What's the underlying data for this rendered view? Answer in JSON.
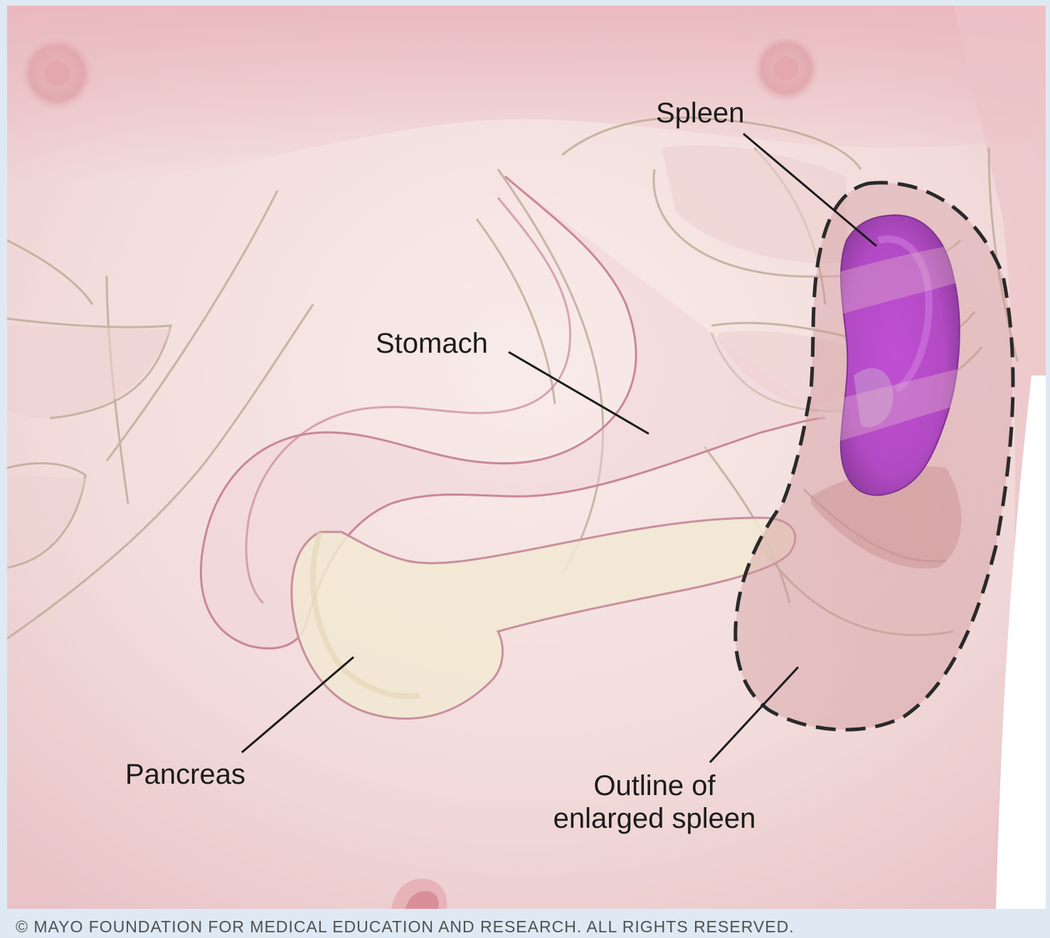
{
  "labels": {
    "spleen": "Spleen",
    "stomach": "Stomach",
    "pancreas": "Pancreas",
    "outline_line1": "Outline of",
    "outline_line2": "enlarged spleen"
  },
  "copyright": "© MAYO FOUNDATION FOR MEDICAL EDUCATION AND RESEARCH. ALL RIGHTS RESERVED.",
  "colors": {
    "page_border": "#dfe9f4",
    "skin": "#f2dcdc",
    "spleen": "#b54bc6",
    "pancreas": "#efe7cf",
    "outline_stroke": "#2a2a2a"
  }
}
